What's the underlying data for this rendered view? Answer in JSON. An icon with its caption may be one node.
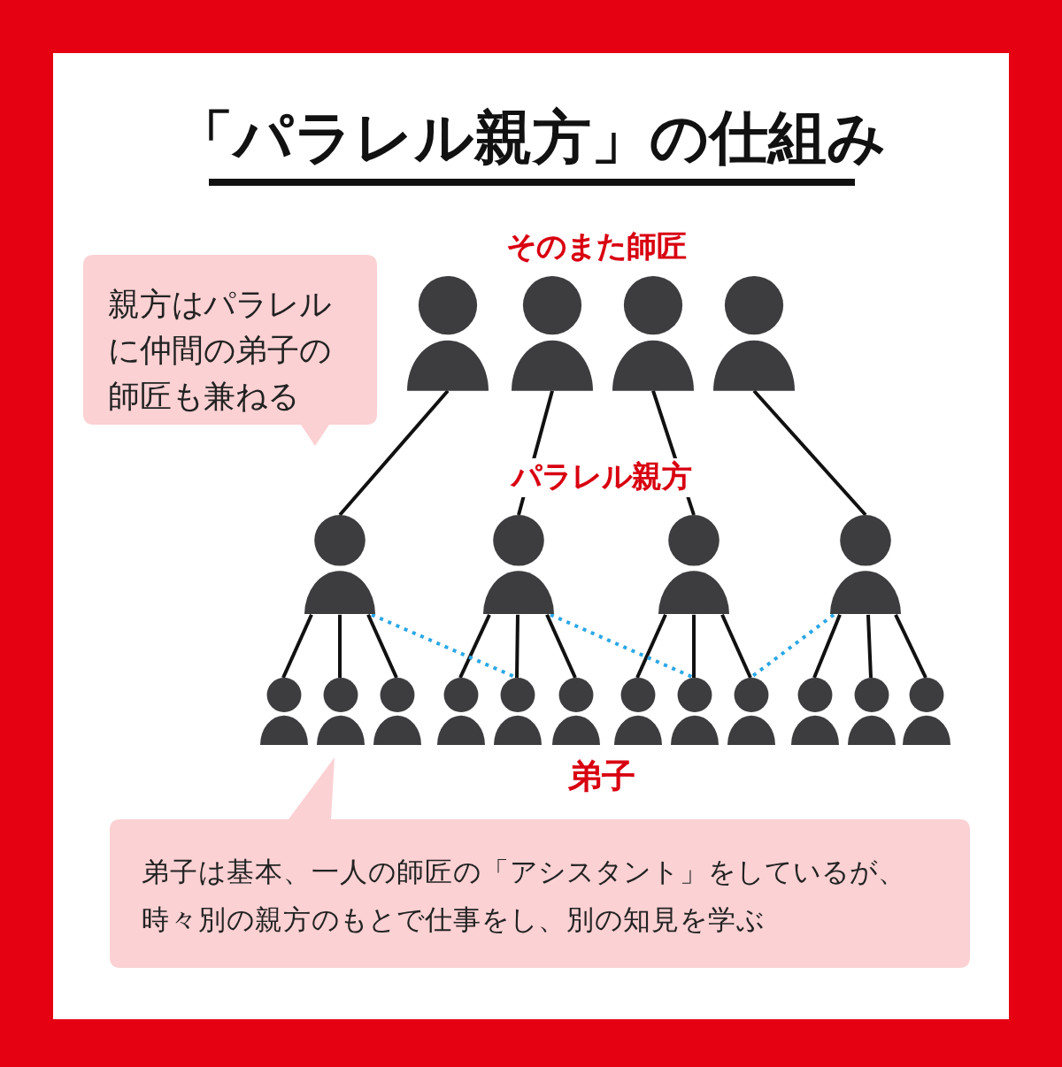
{
  "diagram": {
    "title": "「パラレル親方」の仕組み",
    "nodes": [
      {
        "text": [
          "親方はパラレルに仲間の弟子の師匠も兼ねる"
        ]
      },
      {
        "text": [],
        "shape": "person"
      },
      {
        "text": [],
        "shape": "person"
      },
      {
        "text": [],
        "shape": "person"
      },
      {
        "text": [],
        "shape": "person"
      },
      {
        "text": [],
        "shape": "person"
      },
      {
        "text": [],
        "shape": "person"
      },
      {
        "text": [],
        "shape": "person"
      },
      {
        "text": [],
        "shape": "person"
      },
      {
        "text": [],
        "shape": "person"
      },
      {
        "text": [],
        "shape": "person"
      },
      {
        "text": [],
        "shape": "person"
      },
      {
        "text": [],
        "shape": "person"
      },
      {
        "text": [],
        "shape": "person"
      },
      {
        "text": [],
        "shape": "person"
      },
      {
        "text": [],
        "shape": "person"
      },
      {
        "text": [],
        "shape": "person"
      },
      {
        "text": [],
        "shape": "person"
      },
      {
        "text": [],
        "shape": "person"
      },
      {
        "text": [],
        "shape": "person"
      },
      {
        "text": [],
        "shape": "person"
      },
      {
        "text": [
          "弟子は基本、一人の師匠の「アシスタント」をしているが、時々別の親方のもとで仕事をし、別の知見を学ぶ"
        ]
      }
    ],
    "edges": [
      {
        "from": 1,
        "to": 5,
        "arrow": "none"
      },
      {
        "from": 2,
        "to": 6,
        "arrow": "none"
      },
      {
        "from": 3,
        "to": 7,
        "arrow": "none"
      },
      {
        "from": 4,
        "to": 8,
        "arrow": "none"
      },
      {
        "from": 5,
        "to": 9,
        "arrow": "none"
      },
      {
        "from": 5,
        "to": 10,
        "arrow": "none"
      },
      {
        "from": 5,
        "to": 11,
        "arrow": "none"
      },
      {
        "from": 6,
        "to": 12,
        "arrow": "none"
      },
      {
        "from": 6,
        "to": 13,
        "arrow": "none"
      },
      {
        "from": 6,
        "to": 14,
        "arrow": "none"
      },
      {
        "from": 7,
        "to": 15,
        "arrow": "none"
      },
      {
        "from": 7,
        "to": 16,
        "arrow": "none"
      },
      {
        "from": 7,
        "to": 17,
        "arrow": "none"
      },
      {
        "from": 8,
        "to": 18,
        "arrow": "none"
      },
      {
        "from": 8,
        "to": 19,
        "arrow": "none"
      },
      {
        "from": 8,
        "to": 20,
        "arrow": "none"
      },
      {
        "from": 5,
        "to": 13,
        "arrow": "none",
        "style": "dashed",
        "color": "#2aa7e6"
      },
      {
        "from": 6,
        "to": 16,
        "arrow": "none",
        "style": "dashed",
        "color": "#2aa7e6"
      },
      {
        "from": 8,
        "to": 17,
        "arrow": "none",
        "style": "dashed",
        "color": "#2aa7e6"
      }
    ],
    "labels": [
      "そのまた師匠",
      "パラレル親方",
      "弟子"
    ]
  }
}
